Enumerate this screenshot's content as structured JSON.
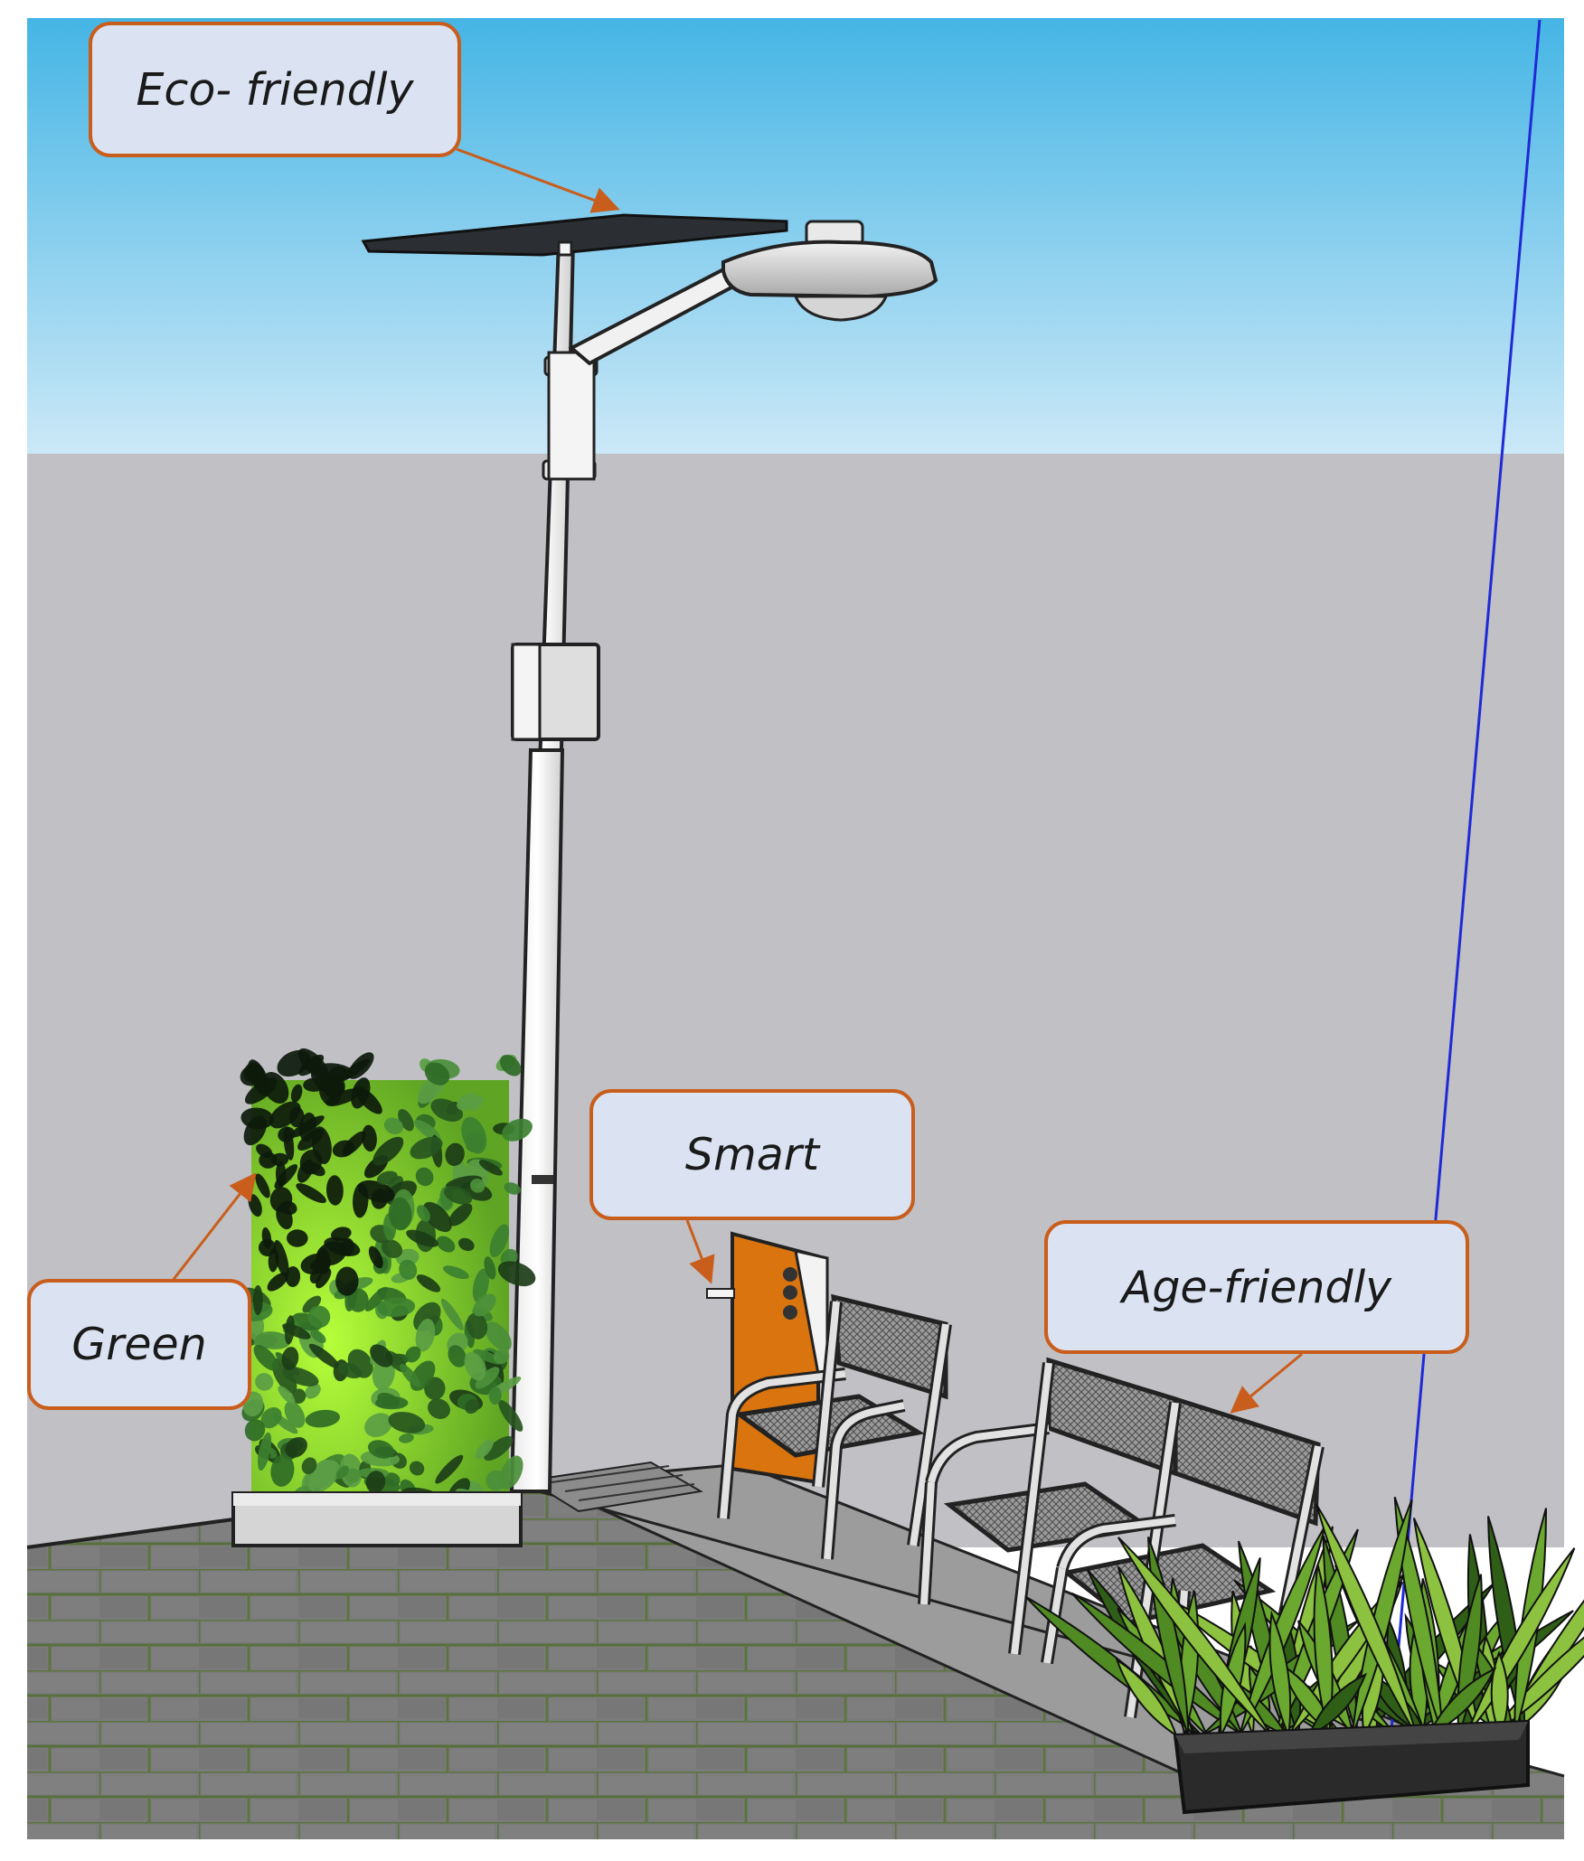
{
  "labels": {
    "eco": "Eco- friendly",
    "smart": "Smart",
    "age": "Age-friendly",
    "green": "Green"
  },
  "colors": {
    "sky_top": "#45b5e5",
    "sky_bottom": "#c7e6f6",
    "wall": "#c0c0c5",
    "pavement": "#7c7c7c",
    "callout_fill": "#dbe3f3",
    "callout_border": "#c95d1c",
    "arrow": "#c95d1c",
    "door": "#d9740f",
    "plant_green": "#3b7f2c",
    "guide_line": "#1f2ad6"
  },
  "icons": [
    "solar-panel-icon",
    "street-lamp-icon",
    "charging-station-icon",
    "bench-icon",
    "chair-icon",
    "green-wall-icon",
    "planter-icon"
  ]
}
